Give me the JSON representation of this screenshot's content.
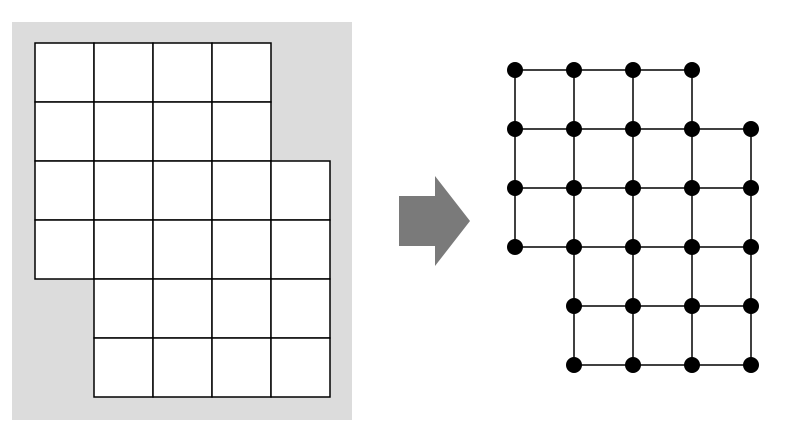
{
  "figure": {
    "panel_color": "#dcdcdc",
    "cell_fill": "#ffffff",
    "line_color": "#000000",
    "arrow_color": "#7a7a7a",
    "node_color": "#000000"
  },
  "tile_grid": {
    "description_cells": [
      [
        1,
        1,
        1,
        1,
        0
      ],
      [
        1,
        1,
        1,
        1,
        0
      ],
      [
        1,
        1,
        1,
        1,
        1
      ],
      [
        1,
        1,
        1,
        1,
        1
      ],
      [
        0,
        1,
        1,
        1,
        1
      ],
      [
        0,
        1,
        1,
        1,
        1
      ]
    ]
  },
  "arrow": {
    "direction": "right"
  },
  "graph": {
    "nodes": [
      [
        0,
        0
      ],
      [
        1,
        0
      ],
      [
        2,
        0
      ],
      [
        3,
        0
      ],
      [
        0,
        1
      ],
      [
        1,
        1
      ],
      [
        2,
        1
      ],
      [
        3,
        1
      ],
      [
        4,
        1
      ],
      [
        0,
        2
      ],
      [
        1,
        2
      ],
      [
        2,
        2
      ],
      [
        3,
        2
      ],
      [
        4,
        2
      ],
      [
        0,
        3
      ],
      [
        1,
        3
      ],
      [
        2,
        3
      ],
      [
        3,
        3
      ],
      [
        4,
        3
      ],
      [
        1,
        4
      ],
      [
        2,
        4
      ],
      [
        3,
        4
      ],
      [
        4,
        4
      ],
      [
        1,
        5
      ],
      [
        2,
        5
      ],
      [
        3,
        5
      ],
      [
        4,
        5
      ]
    ]
  }
}
